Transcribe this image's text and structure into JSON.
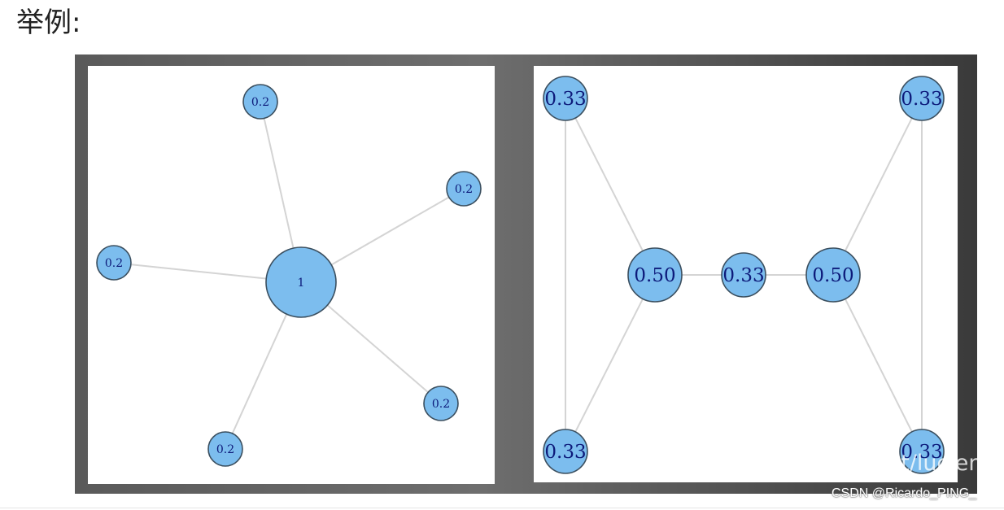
{
  "heading": "举例:",
  "left_graph": {
    "center": {
      "label": "1"
    },
    "leaves": [
      {
        "label": "0.2"
      },
      {
        "label": "0.2"
      },
      {
        "label": "0.2"
      },
      {
        "label": "0.2"
      },
      {
        "label": "0.2"
      }
    ]
  },
  "right_graph": {
    "nodes": [
      {
        "label": "0.33"
      },
      {
        "label": "0.33"
      },
      {
        "label": "0.50"
      },
      {
        "label": "0.33"
      },
      {
        "label": "0.50"
      },
      {
        "label": "0.33"
      },
      {
        "label": "0.33"
      }
    ]
  },
  "watermark": "https://blog.csdn.net/lucienn",
  "credit": "CSDN @Ricardo_PING_",
  "colors": {
    "node_fill": "#7cbdee",
    "node_stroke": "#3b4f5f",
    "edge": "#d4d4d4",
    "label": "#0d1a7a"
  }
}
